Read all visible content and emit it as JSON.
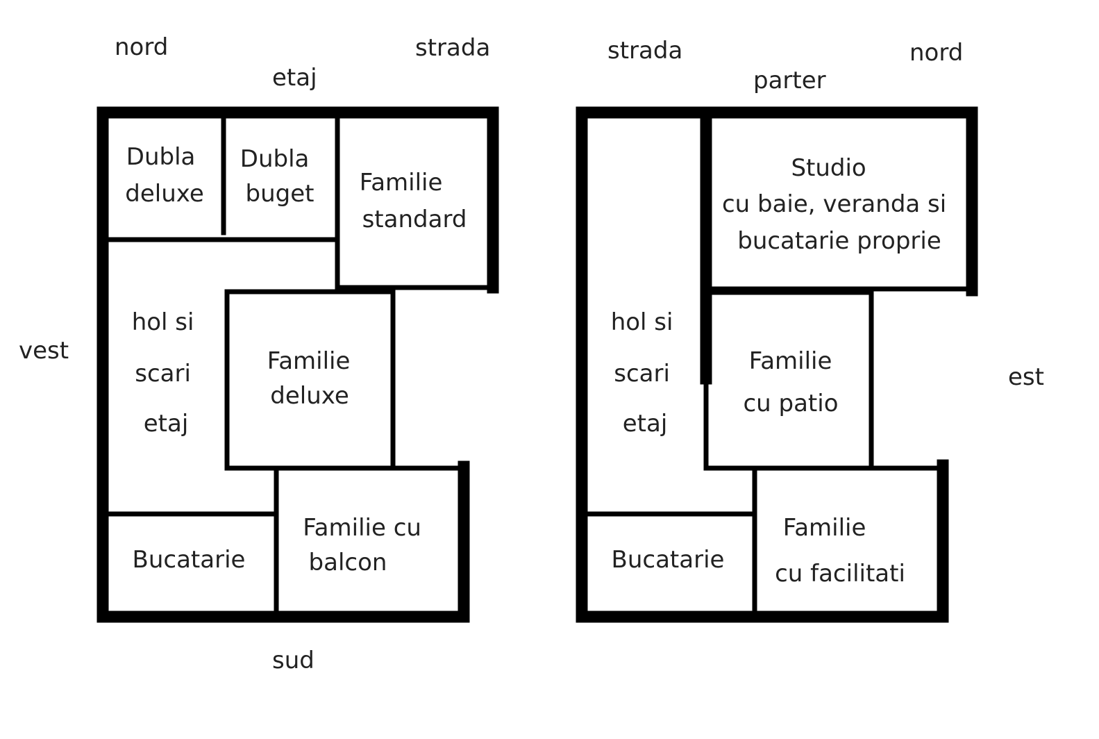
{
  "compass": {
    "left_north": "nord",
    "left_street": "strada",
    "left_west": "vest",
    "left_south": "sud",
    "right_street": "strada",
    "right_north": "nord",
    "right_east": "est"
  },
  "floors": {
    "upper": "etaj",
    "ground": "parter"
  },
  "upper_rooms": {
    "dubla_deluxe": [
      "Dubla",
      "deluxe"
    ],
    "dubla_buget": [
      "Dubla",
      "buget"
    ],
    "familie_standard": [
      "Familie",
      "standard"
    ],
    "hol": [
      "hol si",
      "scari",
      "etaj"
    ],
    "familie_deluxe": [
      "Familie",
      "deluxe"
    ],
    "bucatarie": "Bucatarie",
    "familie_balcon": [
      "Familie cu",
      "balcon"
    ]
  },
  "ground_rooms": {
    "studio": [
      "Studio",
      "cu baie, veranda si",
      "bucatarie proprie"
    ],
    "hol": [
      "hol si",
      "scari",
      "etaj"
    ],
    "familie_patio": [
      "Familie",
      "cu patio"
    ],
    "bucatarie": "Bucatarie",
    "familie_facilitati": [
      "Familie",
      "cu facilitati"
    ]
  }
}
